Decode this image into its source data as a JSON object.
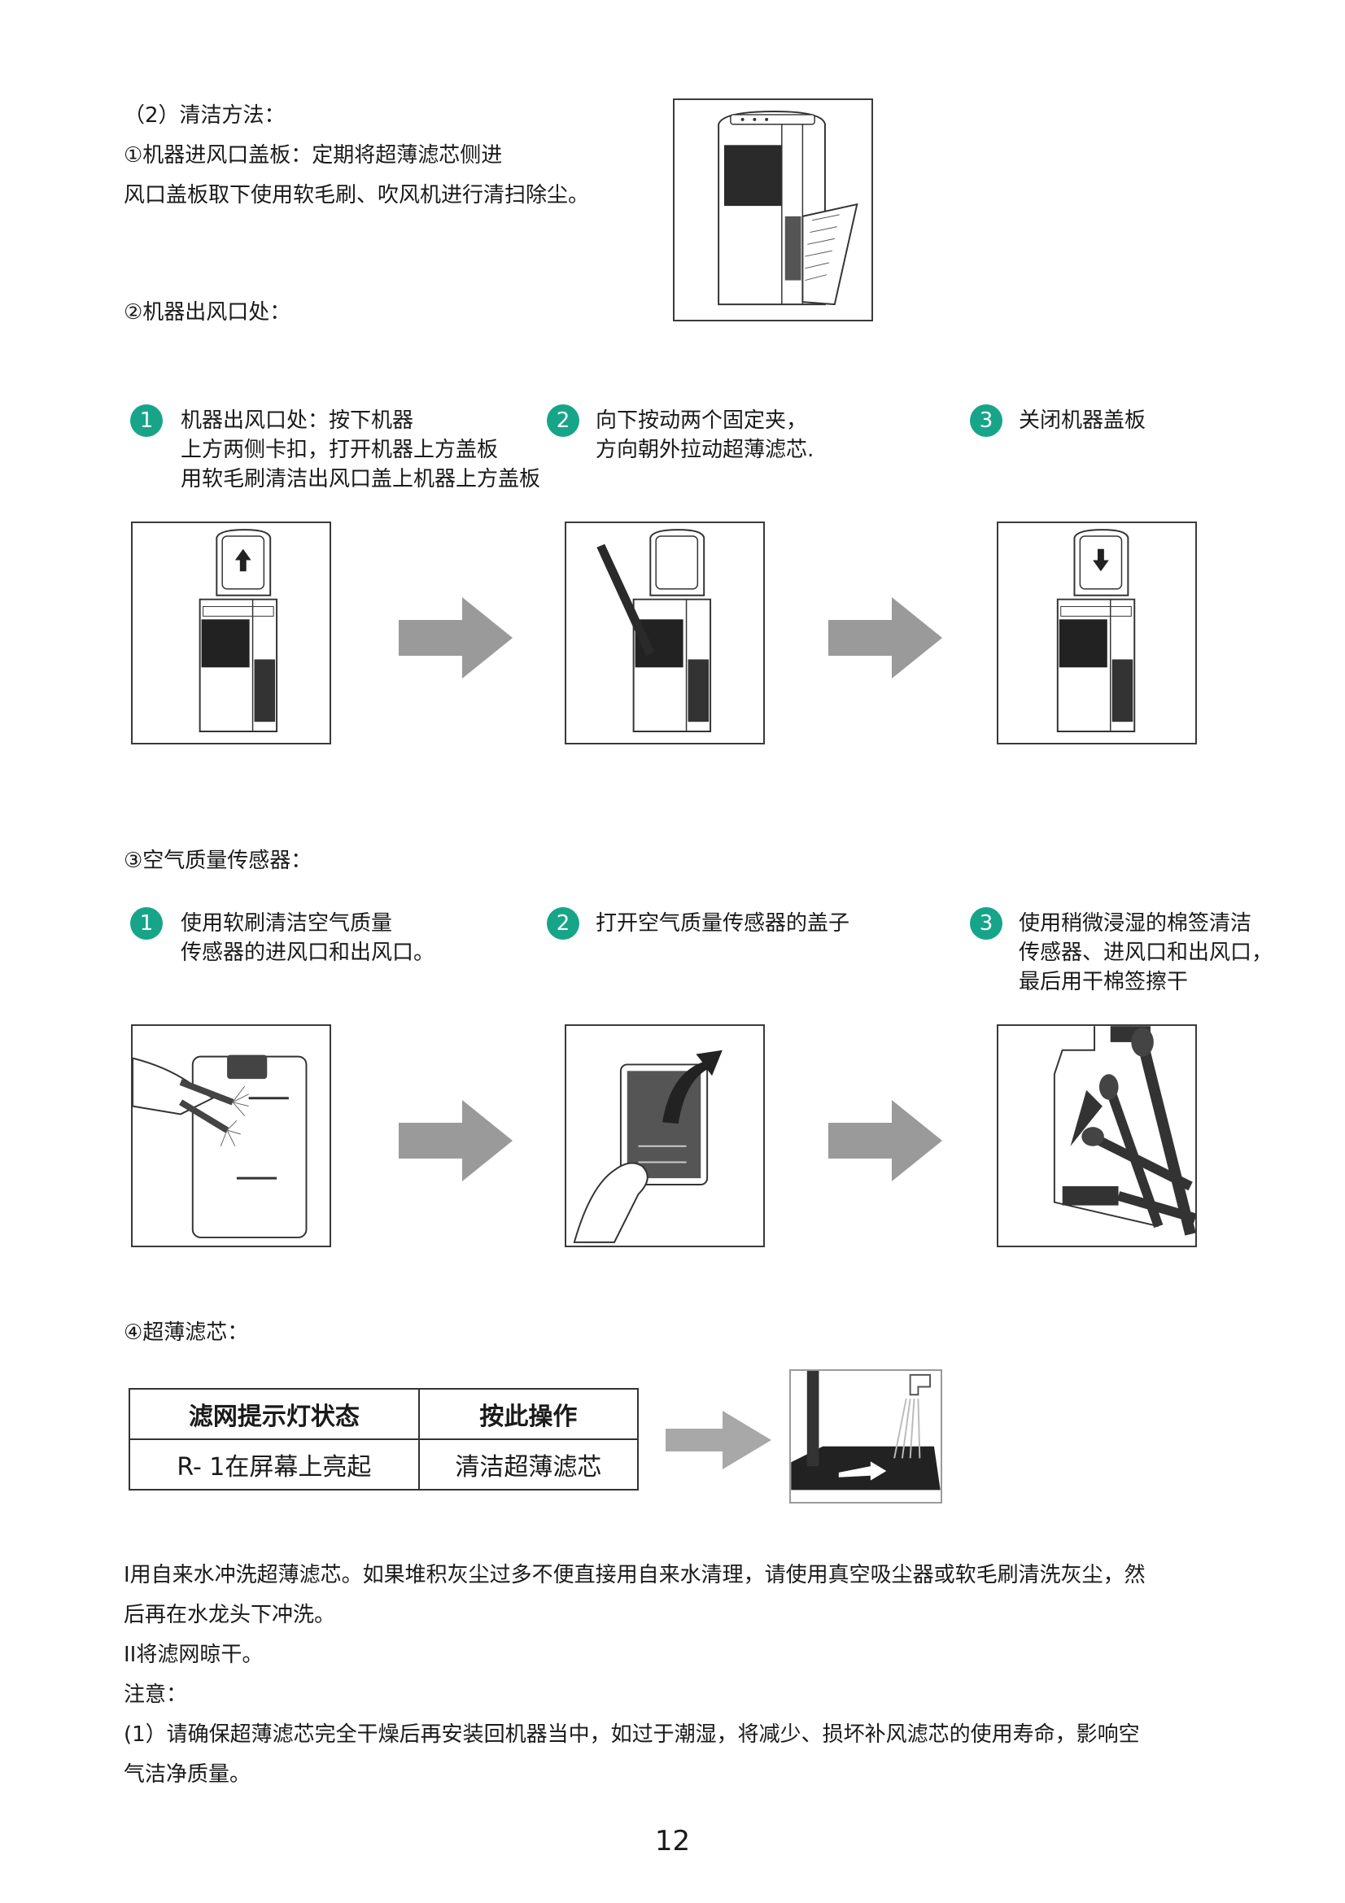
{
  "cleaning": {
    "heading": "（2）清洁方法：",
    "inlet_line1": "①机器进风口盖板：定期将超薄滤芯侧进",
    "inlet_line2": "风口盖板取下使用软毛刷、吹风机进行清扫除尘。",
    "outlet_heading": "②机器出风口处："
  },
  "outlet_steps": [
    {
      "num": "1",
      "lines": [
        "机器出风口处：按下机器",
        "上方两侧卡扣，打开机器上方盖板",
        "用软毛刷清洁出风口盖上机器上方盖板"
      ]
    },
    {
      "num": "2",
      "lines": [
        "向下按动两个固定夹，",
        "方向朝外拉动超薄滤芯."
      ]
    },
    {
      "num": "3",
      "lines": [
        "关闭机器盖板"
      ]
    }
  ],
  "sensor": {
    "heading": "③空气质量传感器：",
    "steps": [
      {
        "num": "1",
        "lines": [
          "使用软刷清洁空气质量",
          "传感器的进风口和出风口。"
        ]
      },
      {
        "num": "2",
        "lines": [
          "打开空气质量传感器的盖子"
        ]
      },
      {
        "num": "3",
        "lines": [
          "使用稍微浸湿的棉签清洁",
          "传感器、进风口和出风口，",
          "最后用干棉签擦干"
        ]
      }
    ]
  },
  "filter": {
    "heading": "④超薄滤芯：",
    "table": {
      "headers": [
        "滤网提示灯状态",
        "按此操作"
      ],
      "row": [
        "R- 1在屏幕上亮起",
        "清洁超薄滤芯"
      ]
    }
  },
  "body_text": {
    "p1_line1": "I用自来水冲洗超薄滤芯。如果堆积灰尘过多不便直接用自来水清理，请使用真空吸尘器或软毛刷清洗灰尘，然",
    "p1_line2": "后再在水龙头下冲洗。",
    "p2": "II将滤网晾干。",
    "note_label": "注意：",
    "note_line1": "(1）请确保超薄滤芯完全干燥后再安装回机器当中，如过于潮湿，将减少、损坏补风滤芯的使用寿命，影响空",
    "note_line2": "气洁净质量。"
  },
  "page_number": "12",
  "colors": {
    "step_badge": "#17a589",
    "arrow": "#9a9a9a"
  }
}
